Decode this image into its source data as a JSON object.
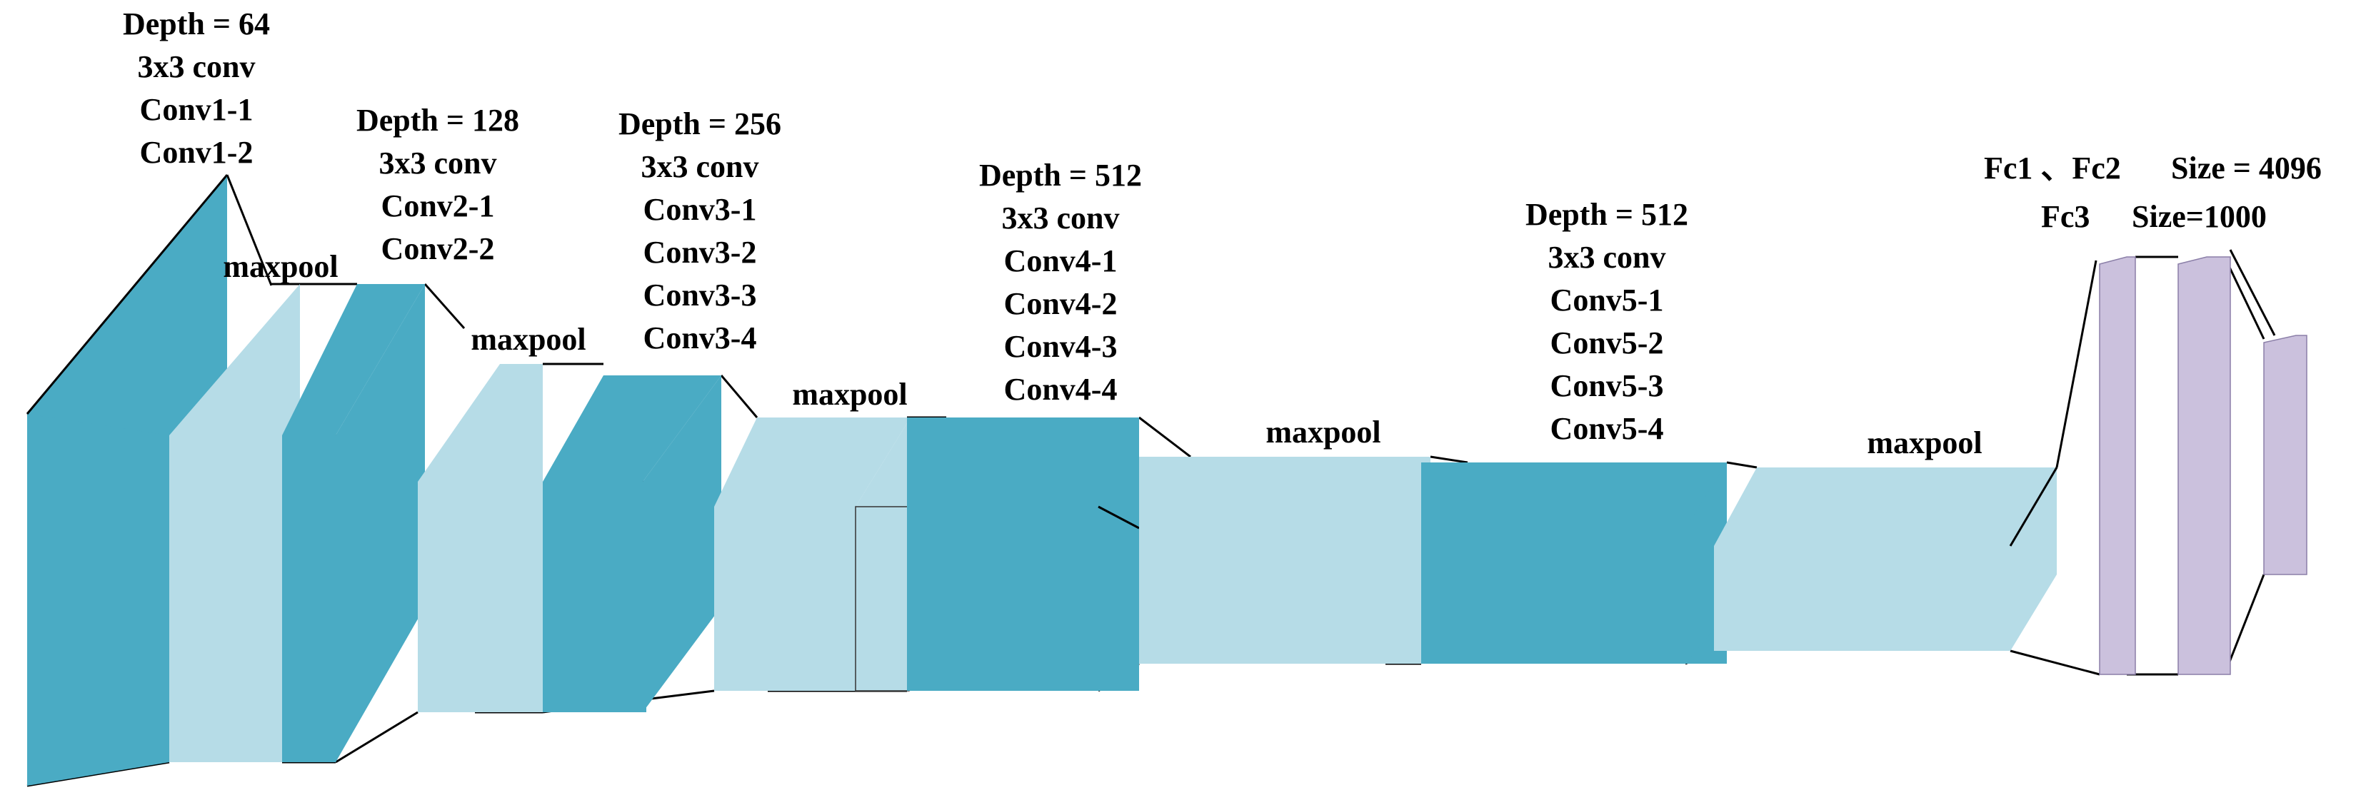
{
  "colors": {
    "conv": "#4aabc4",
    "pool": "#b6dce7",
    "fc": "#cbc1dd",
    "edge": "#000000"
  },
  "blocks": {
    "b1": {
      "lines": [
        "Depth = 64",
        "3x3 conv",
        "Conv1-1",
        "Conv1-2"
      ]
    },
    "b2": {
      "lines": [
        "Depth = 128",
        "3x3 conv",
        "Conv2-1",
        "Conv2-2"
      ]
    },
    "b3": {
      "lines": [
        "Depth = 256",
        "3x3 conv",
        "Conv3-1",
        "Conv3-2",
        "Conv3-3",
        "Conv3-4"
      ]
    },
    "b4": {
      "lines": [
        "Depth = 512",
        "3x3 conv",
        "Conv4-1",
        "Conv4-2",
        "Conv4-3",
        "Conv4-4"
      ]
    },
    "b5": {
      "lines": [
        "Depth = 512",
        "3x3 conv",
        "Conv5-1",
        "Conv5-2",
        "Conv5-3",
        "Conv5-4"
      ]
    }
  },
  "pool_label": "maxpool",
  "fc": {
    "line1_left": "Fc1 、Fc2",
    "line1_right": "Size = 4096",
    "line2_left": "Fc3",
    "line2_right": "Size=1000"
  }
}
